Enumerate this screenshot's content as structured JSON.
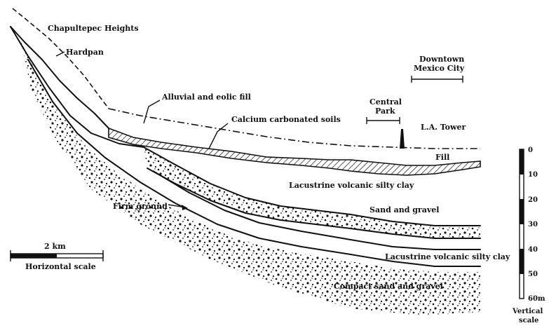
{
  "labels": {
    "chapultepec": "Chapultepec Heights",
    "hardpan": "Hardpan",
    "downtown_line1": "Downtown",
    "downtown_line2": "Mexico City",
    "alluvial": "Alluvial and eolic fill",
    "calcium": "Calcium carbonated soils",
    "central_park_line1": "Central",
    "central_park_line2": "Park",
    "la_tower": "L.A. Tower",
    "fill": "Fill",
    "lacustrine_upper": "Lacustrine volcanic silty clay",
    "sand_gravel": "Sand and gravel",
    "firm_ground": "Firm ground",
    "lacustrine_lower": "Lacustrine volcanic silty clay",
    "compact_sand": "Compact sand and gravel"
  },
  "horizontal_scale": {
    "value_label": "2 km",
    "caption": "Horizontal scale"
  },
  "vertical_scale": {
    "ticks": [
      "0",
      "10",
      "20",
      "30",
      "40",
      "50",
      "60m"
    ],
    "caption_line1": "Vertical",
    "caption_line2": "scale"
  }
}
